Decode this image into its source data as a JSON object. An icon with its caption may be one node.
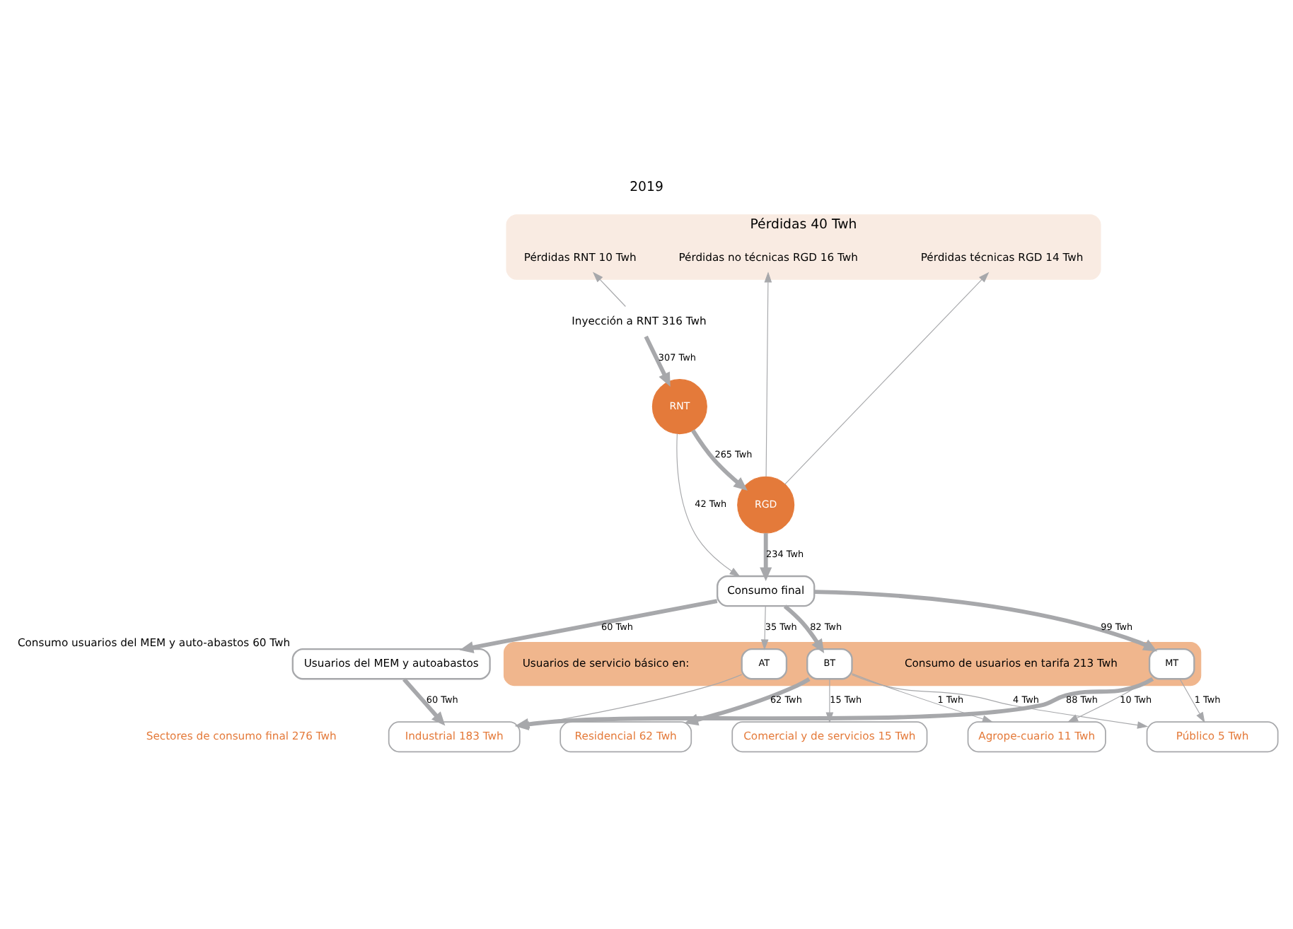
{
  "diagram": {
    "title": "2019",
    "nodes": [
      {
        "text": [
          "Pérdidas 40 Twh"
        ]
      },
      {
        "text": [
          "Pérdidas RNT 10 Twh"
        ],
        "in": 0
      },
      {
        "text": [
          "Pérdidas técnicas RGD 14 Twh"
        ],
        "in": 0
      },
      {
        "text": [
          "Pérdidas no técnicas RGD 16 Twh"
        ],
        "in": 0
      },
      {
        "text": [
          "Inyección a RNT 316 Twh"
        ]
      },
      {
        "text": [
          "RNT"
        ]
      },
      {
        "text": [
          "RGD"
        ]
      },
      {
        "text": [
          "Consumo final"
        ]
      },
      {
        "text": [
          "Usuarios del MEM y autoabastos"
        ],
        "beside": [
          "Consumo usuarios del MEM y auto-abastos 60 Twh"
        ]
      },
      {
        "text": [
          "Usuarios de servicio básico en:",
          "Consumo de usuarios en tarifa 213 Twh"
        ]
      },
      {
        "text": [
          "AT"
        ],
        "in": 9
      },
      {
        "text": [
          "MT"
        ],
        "in": 9
      },
      {
        "text": [
          "BT"
        ],
        "in": 9
      },
      {
        "text": [
          "Industrial 183 Twh"
        ]
      },
      {
        "text": [
          "Residencial 62 Twh"
        ]
      },
      {
        "text": [
          "Comercial y de servicios 15 Twh"
        ]
      },
      {
        "text": [
          "Agrope-cuario 11 Twh"
        ]
      },
      {
        "text": [
          "Público 5 Twh"
        ]
      }
    ],
    "edges": [
      {
        "from": 4,
        "to": 5,
        "arrow": "to",
        "label": "307 Twh",
        "style": "thick"
      },
      {
        "from": 4,
        "to": 1,
        "arrow": "to"
      },
      {
        "from": 5,
        "to": 6,
        "arrow": "to",
        "label": "265 Twh",
        "style": "thick"
      },
      {
        "from": 5,
        "to": 7,
        "arrow": "to",
        "label": "42 Twh"
      },
      {
        "from": 6,
        "to": 2,
        "arrow": "to"
      },
      {
        "from": 6,
        "to": 3,
        "arrow": "to"
      },
      {
        "from": 6,
        "to": 7,
        "arrow": "to",
        "label": "234 Twh",
        "style": "thick"
      },
      {
        "from": 7,
        "to": 8,
        "arrow": "to",
        "label": "60 Twh",
        "style": "thick"
      },
      {
        "from": 7,
        "to": 10,
        "arrow": "to",
        "label": "35 Twh"
      },
      {
        "from": 7,
        "to": 11,
        "arrow": "to",
        "label": "99 Twh",
        "style": "thick"
      },
      {
        "from": 7,
        "to": 12,
        "arrow": "to",
        "label": "82 Twh",
        "style": "thick"
      },
      {
        "from": 8,
        "to": 13,
        "arrow": "to",
        "label": "60 Twh",
        "style": "thick"
      },
      {
        "from": 10,
        "to": 13,
        "arrow": "to"
      },
      {
        "from": 11,
        "to": 13,
        "arrow": "to",
        "label": "88 Twh",
        "style": "thick"
      },
      {
        "from": 12,
        "to": 14,
        "arrow": "to",
        "label": "62 Twh",
        "style": "thick"
      },
      {
        "from": 12,
        "to": 15,
        "arrow": "to",
        "label": "15 Twh"
      },
      {
        "from": 11,
        "to": 16,
        "arrow": "to",
        "label": "10 Twh"
      },
      {
        "from": 12,
        "to": 16,
        "arrow": "to",
        "label": "1 Twh"
      },
      {
        "from": 11,
        "to": 17,
        "arrow": "to",
        "label": "1 Twh"
      },
      {
        "from": 12,
        "to": 17,
        "arrow": "to",
        "label": "4 Twh"
      }
    ],
    "labels": [
      "Sectores de consumo final 276 Twh"
    ]
  }
}
